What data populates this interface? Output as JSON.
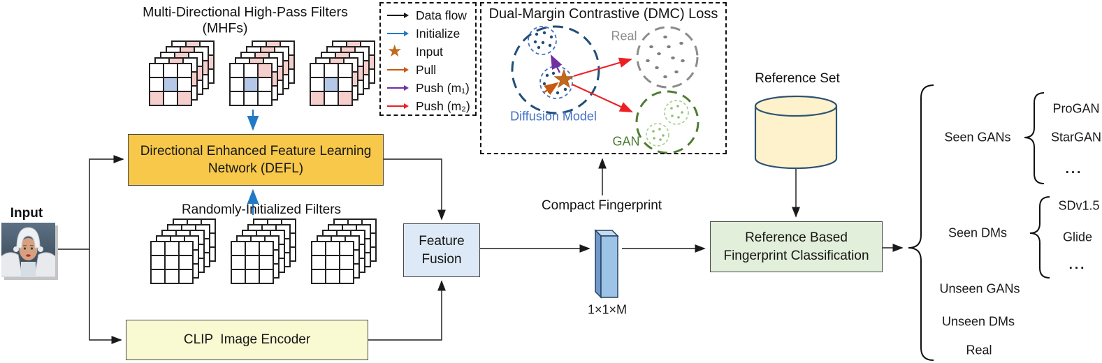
{
  "mhf": {
    "title_line1": "Multi-Directional High-Pass Filters",
    "title_line2": "(MHFs)"
  },
  "legend": {
    "star_char": "★",
    "items": [
      {
        "label": "Data flow",
        "color": "#1a1a1a",
        "glyph": "arrow"
      },
      {
        "label": "Initialize",
        "color": "#217ac6",
        "glyph": "arrow"
      },
      {
        "label": "Input",
        "color": "#c2691e",
        "glyph": "star"
      },
      {
        "label": "Pull",
        "color": "#c55a11",
        "glyph": "arrow"
      },
      {
        "label": "Push (m₁)",
        "color": "#7030a0",
        "glyph": "arrow"
      },
      {
        "label": "Push (m₂)",
        "color": "#ec2024",
        "glyph": "arrow"
      }
    ]
  },
  "dmc": {
    "title": "Dual-Margin Contrastive (DMC) Loss",
    "diffusion_label": "Diffusion Model",
    "real_label": "Real",
    "gan_label": "GAN"
  },
  "pipeline": {
    "input_label": "Input",
    "defl_label": "Directional Enhanced Feature Learning Network (DEFL)",
    "rif_label": "Randomly-Initialized Filters",
    "clip_label": "CLIP  Image Encoder",
    "fusion_label": "Feature Fusion",
    "fingerprint_label": "Compact Fingerprint",
    "fingerprint_dim": "1×1×M",
    "reference_set_label": "Reference Set",
    "classifier_label": "Reference Based Fingerprint Classification"
  },
  "taxonomy": {
    "seen_gans": {
      "label": "Seen GANs",
      "children": [
        "ProGAN",
        "StarGAN",
        "..."
      ]
    },
    "seen_dms": {
      "label": "Seen DMs",
      "children": [
        "SDv1.5",
        "Glide",
        "..."
      ]
    },
    "unseen_gans": "Unseen GANs",
    "unseen_dms": "Unseen DMs",
    "real": "Real"
  },
  "filters": {
    "pink": "#f6cfcd",
    "blue": "#b6c8e8",
    "mhf_stacks": [
      {
        "pink_cells": [
          [
            2,
            0
          ],
          [
            2,
            2
          ]
        ],
        "blue_center": true
      },
      {
        "pink_cells": [
          [
            0,
            2
          ]
        ],
        "blue_center": true
      },
      {
        "pink_cells": [
          [
            2,
            0
          ],
          [
            2,
            2
          ]
        ],
        "blue_center": true
      }
    ],
    "back_pink_cells": [
      [
        0,
        1
      ],
      [
        1,
        2
      ]
    ],
    "rif_stack_count": 3
  },
  "colors": {
    "defl_fill": "#f7c84a",
    "clip_fill": "#fafad2",
    "fusion_fill": "#dde9f6",
    "classifier_fill": "#e2efda",
    "cylinder_fill": "#fdf2cc",
    "fingerprint_fill": "#9dc3e6",
    "diffusion_stroke": "#1f4e79",
    "real_stroke": "#8c8c8c",
    "gan_stroke": "#4e7c33"
  }
}
